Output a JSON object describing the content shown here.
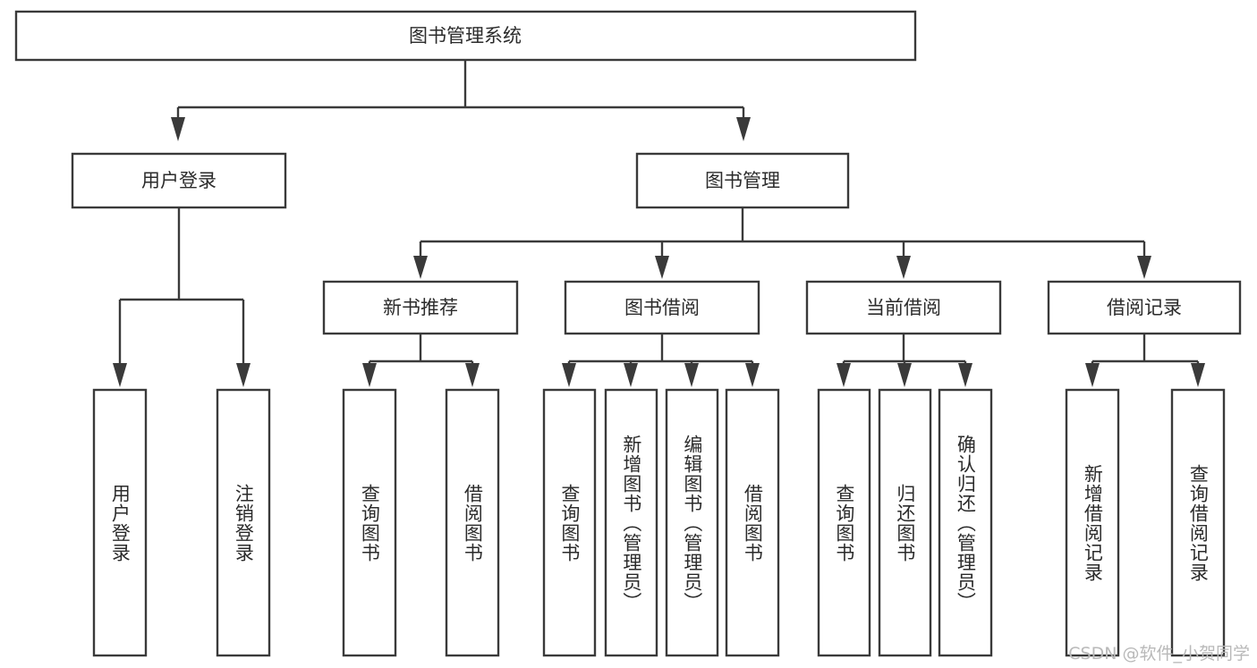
{
  "diagram": {
    "title": "图书管理系统",
    "type": "tree",
    "orientation": "top-down",
    "colors": {
      "stroke": "#3a3a3a",
      "box_fill": "#ffffff",
      "text": "#2b2b2b",
      "background": "#ffffff",
      "watermark": "#b9b9b9"
    },
    "root": {
      "label": "图书管理系统"
    },
    "level1": [
      {
        "label": "用户登录"
      },
      {
        "label": "图书管理"
      }
    ],
    "level2": [
      {
        "label": "新书推荐"
      },
      {
        "label": "图书借阅"
      },
      {
        "label": "当前借阅"
      },
      {
        "label": "借阅记录"
      }
    ],
    "leaves": {
      "user_login": [
        {
          "label": "用户登录"
        },
        {
          "label": "注销登录"
        }
      ],
      "new_book_recommend": [
        {
          "label": "查询图书"
        },
        {
          "label": "借阅图书"
        }
      ],
      "book_borrow": [
        {
          "label": "查询图书"
        },
        {
          "label": "新增图书（管理员）"
        },
        {
          "label": "编辑图书（管理员）"
        },
        {
          "label": "借阅图书"
        }
      ],
      "current_borrow": [
        {
          "label": "查询图书"
        },
        {
          "label": "归还图书"
        },
        {
          "label": "确认归还（管理员）"
        }
      ],
      "borrow_record": [
        {
          "label": "新增借阅记录"
        },
        {
          "label": "查询借阅记录"
        }
      ]
    },
    "watermark": "CSDN @软件_小贺同学"
  }
}
